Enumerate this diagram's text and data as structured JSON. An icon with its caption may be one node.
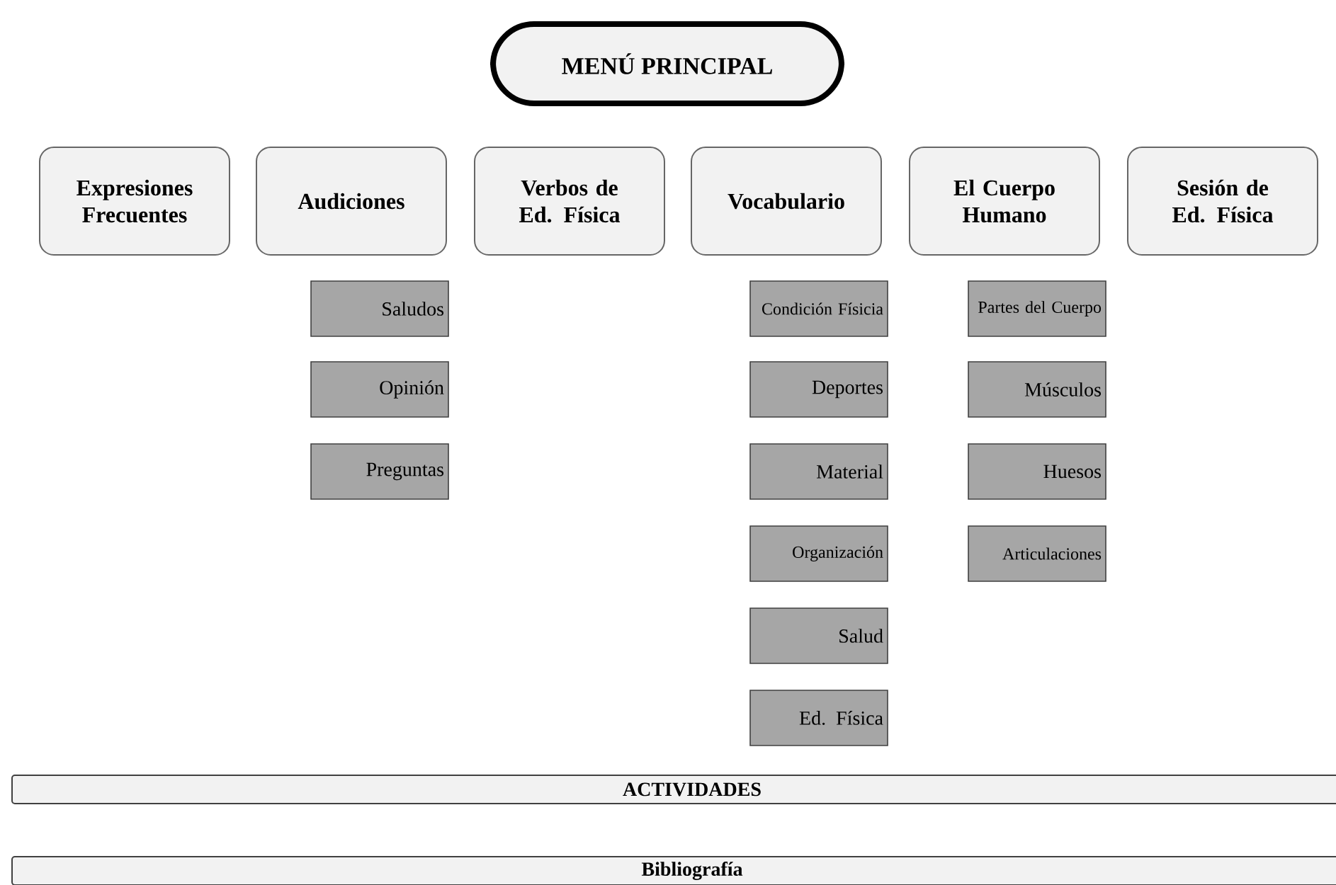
{
  "diagram": {
    "nodes": [
      {
        "text": [
          "MENÚ PRINCIPAL"
        ]
      },
      {
        "text": [
          "Expresiones Frecuentes"
        ]
      },
      {
        "text": [
          "Audiciones"
        ]
      },
      {
        "text": [
          "Verbos de Ed. Física"
        ]
      },
      {
        "text": [
          "Vocabulario"
        ]
      },
      {
        "text": [
          "El Cuerpo Humano"
        ]
      },
      {
        "text": [
          "Sesión de Ed. Física"
        ]
      },
      {
        "text": [
          "Saludos"
        ]
      },
      {
        "text": [
          "Opinión"
        ]
      },
      {
        "text": [
          "Preguntas"
        ]
      },
      {
        "text": [
          "Condición Físicia"
        ]
      },
      {
        "text": [
          "Deportes"
        ]
      },
      {
        "text": [
          "Material"
        ]
      },
      {
        "text": [
          "Organización"
        ]
      },
      {
        "text": [
          "Salud"
        ]
      },
      {
        "text": [
          "Ed. Física"
        ]
      },
      {
        "text": [
          "Partes del Cuerpo"
        ]
      },
      {
        "text": [
          "Músculos"
        ]
      },
      {
        "text": [
          "Huesos"
        ]
      },
      {
        "text": [
          "Articulaciones"
        ]
      },
      {
        "text": [
          "ACTIVIDADES"
        ]
      },
      {
        "text": [
          "Bibliografía"
        ]
      }
    ]
  }
}
